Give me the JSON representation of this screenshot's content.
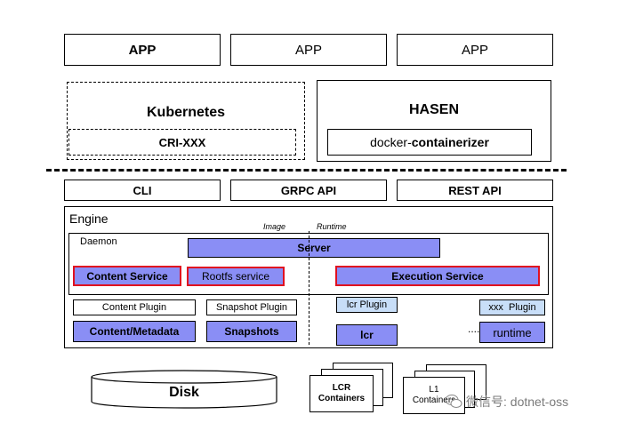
{
  "apps": [
    "APP",
    "APP",
    "APP"
  ],
  "kubernetes": {
    "title": "Kubernetes",
    "cri": "CRI-XXX"
  },
  "hasen": {
    "title": "HASEN",
    "docker_prefix": "docker-",
    "docker_suffix": "containerizer"
  },
  "apis": [
    "CLI",
    "GRPC API",
    "REST API"
  ],
  "engine": {
    "title": "Engine",
    "image_label": "Image",
    "runtime_label": "Runtime",
    "daemon": {
      "title": "Daemon",
      "server": "Server",
      "content_service": "Content Service",
      "rootfs_service": "Rootfs service",
      "execution_service": "Execution Service"
    },
    "plugins": {
      "content_plugin": "Content Plugin",
      "snapshot_plugin": "Snapshot Plugin",
      "lcr_plugin": "lcr Plugin",
      "xxx_plugin": "xxx  Plugin",
      "ellipsis": "...."
    },
    "backends": {
      "content_metadata": "Content/Metadata",
      "snapshots": "Snapshots",
      "lcr": "lcr",
      "runtime": "runtime"
    }
  },
  "disk": "Disk",
  "lcr_containers": "LCR\nContainers",
  "l1_containers": "L1\nContainers",
  "watermark": "微信号: dotnet-oss",
  "colors": {
    "purple": "#8a8ef5",
    "red": "#e01020",
    "light_blue": "#c8def8"
  }
}
